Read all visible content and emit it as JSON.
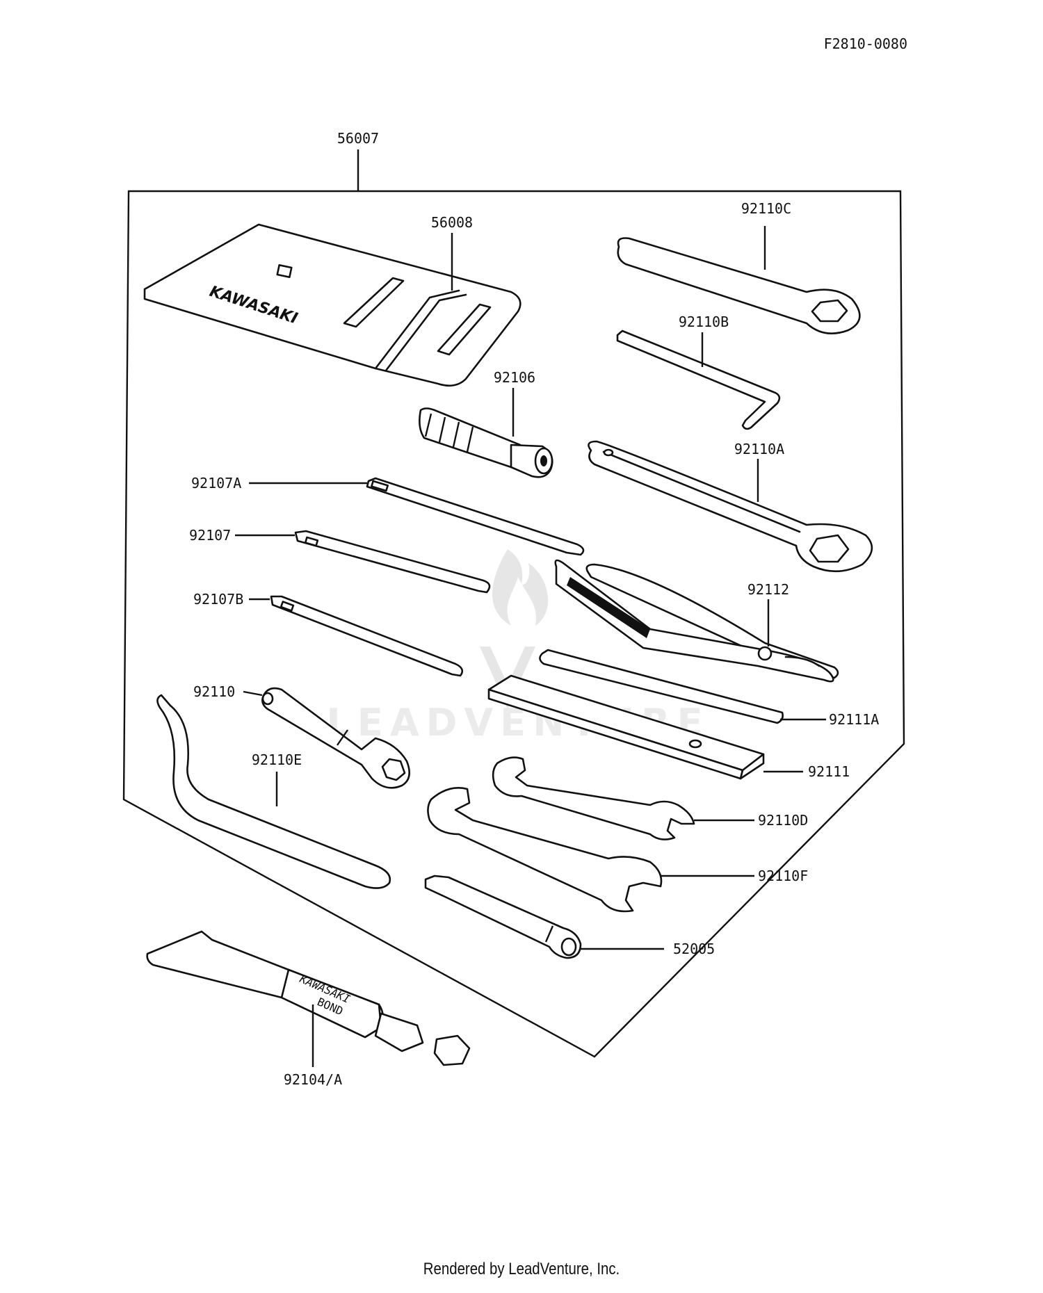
{
  "diagram_code": "F2810-0080",
  "brand_text": "KAWASAKI",
  "bond_text_1": "KAWASAKI",
  "bond_text_2": "BOND",
  "watermark": "LEADVENTURE",
  "footer": "Rendered by LeadVenture, Inc.",
  "labels": {
    "l56007": "56007",
    "l56008": "56008",
    "l92110C": "92110C",
    "l92110B": "92110B",
    "l92106": "92106",
    "l92110A": "92110A",
    "l92107A": "92107A",
    "l92107": "92107",
    "l92112": "92112",
    "l92107B": "92107B",
    "l92110": "92110",
    "l92111A": "92111A",
    "l92110E": "92110E",
    "l92111": "92111",
    "l92110D": "92110D",
    "l92110F": "92110F",
    "l52005": "52005",
    "l92104A": "92104/A"
  }
}
